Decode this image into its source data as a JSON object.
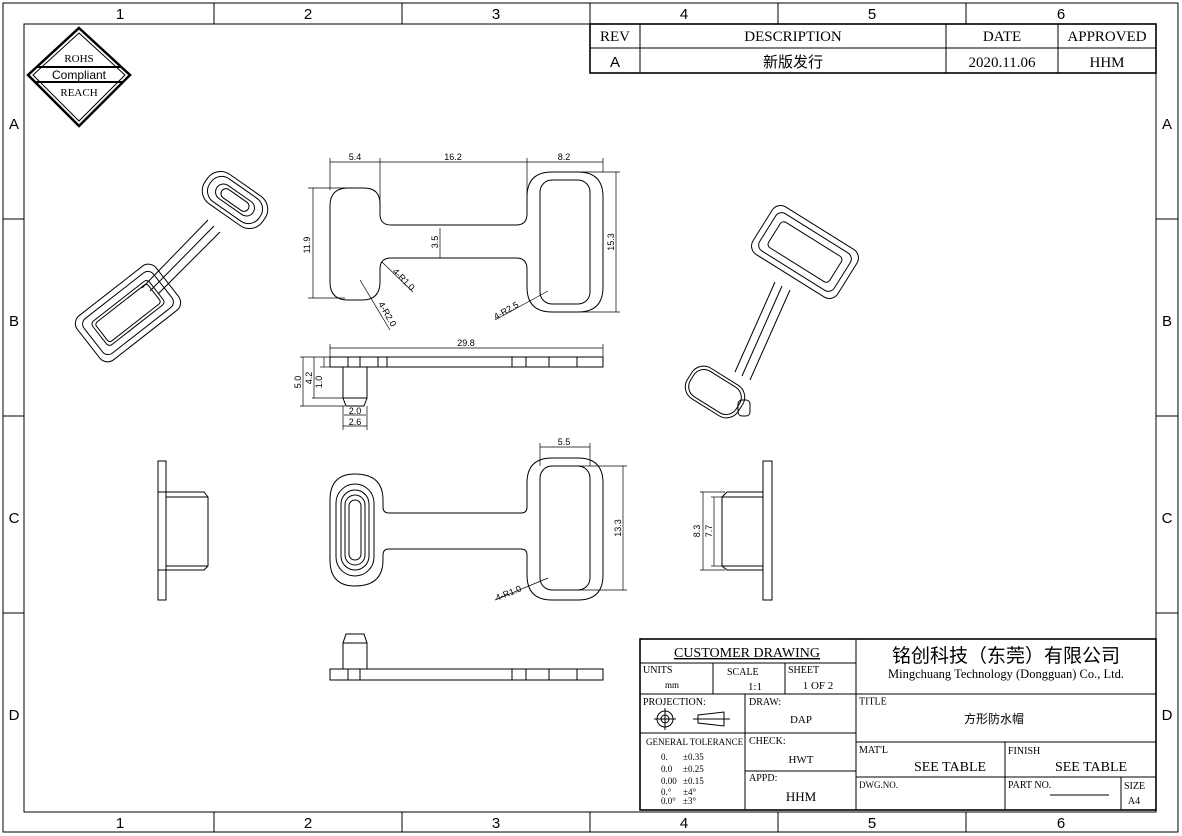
{
  "frame": {
    "columns": [
      "1",
      "2",
      "3",
      "4",
      "5",
      "6"
    ],
    "rows": [
      "A",
      "B",
      "C",
      "D"
    ]
  },
  "logo": {
    "top": "ROHS",
    "middle": "Compliant",
    "bottom": "REACH"
  },
  "revision_table": {
    "headers": [
      "REV",
      "DESCRIPTION",
      "DATE",
      "APPROVED"
    ],
    "rows": [
      {
        "rev": "A",
        "description": "新版发行",
        "date": "2020.11.06",
        "approved": "HHM"
      }
    ]
  },
  "dimensions": {
    "top_view": {
      "left_width": "5.4",
      "neck_length": "16.2",
      "right_width": "8.2",
      "left_height": "11.9",
      "neck_height": "3.5",
      "right_height": "15.3",
      "r_small": "4-R1.0",
      "r_left": "4-R2.0",
      "r_right": "4-R2.5"
    },
    "side_view": {
      "length": "29.8",
      "total_height": "5.0",
      "peg_height": "4.2",
      "plate_thickness": "1.0",
      "peg_tip": "2.0",
      "peg_base": "2.6"
    },
    "bottom_view": {
      "frame_width": "5.5",
      "frame_height": "13.3",
      "radius": "4-R1.0"
    },
    "end_view": {
      "outer": "8.3",
      "inner": "7.7"
    }
  },
  "title_block": {
    "customer_drawing": "CUSTOMER DRAWING",
    "units_label": "UNITS",
    "units_value": "mm",
    "scale_label": "SCALE",
    "scale_value": "1:1",
    "sheet_label": "SHEET",
    "sheet_value": "1 OF 2",
    "company_cn": "铭创科技（东莞）有限公司",
    "company_en": "Mingchuang Technology (Dongguan) Co., Ltd.",
    "projection_label": "PROJECTION:",
    "draw_label": "DRAW:",
    "draw_value": "DAP",
    "check_label": "CHECK:",
    "check_value": "HWT",
    "appd_label": "APPD:",
    "appd_value": "HHM",
    "title_label": "TITLE",
    "title_value": "方形防水帽",
    "tolerance_label": "GENERAL TOLERANCE",
    "tolerances": [
      {
        "format": "0.",
        "value": "±0.35"
      },
      {
        "format": "0.0",
        "value": "±0.25"
      },
      {
        "format": "0.00",
        "value": "±0.15"
      },
      {
        "format": "0.°",
        "value": "±4°"
      },
      {
        "format": "0.0°",
        "value": "±3°"
      }
    ],
    "matl_label": "MAT'L",
    "matl_value": "SEE TABLE",
    "finish_label": "FINISH",
    "finish_value": "SEE TABLE",
    "dwg_label": "DWG.NO.",
    "part_label": "PART NO.",
    "size_label": "SIZE",
    "size_value": "A4"
  }
}
